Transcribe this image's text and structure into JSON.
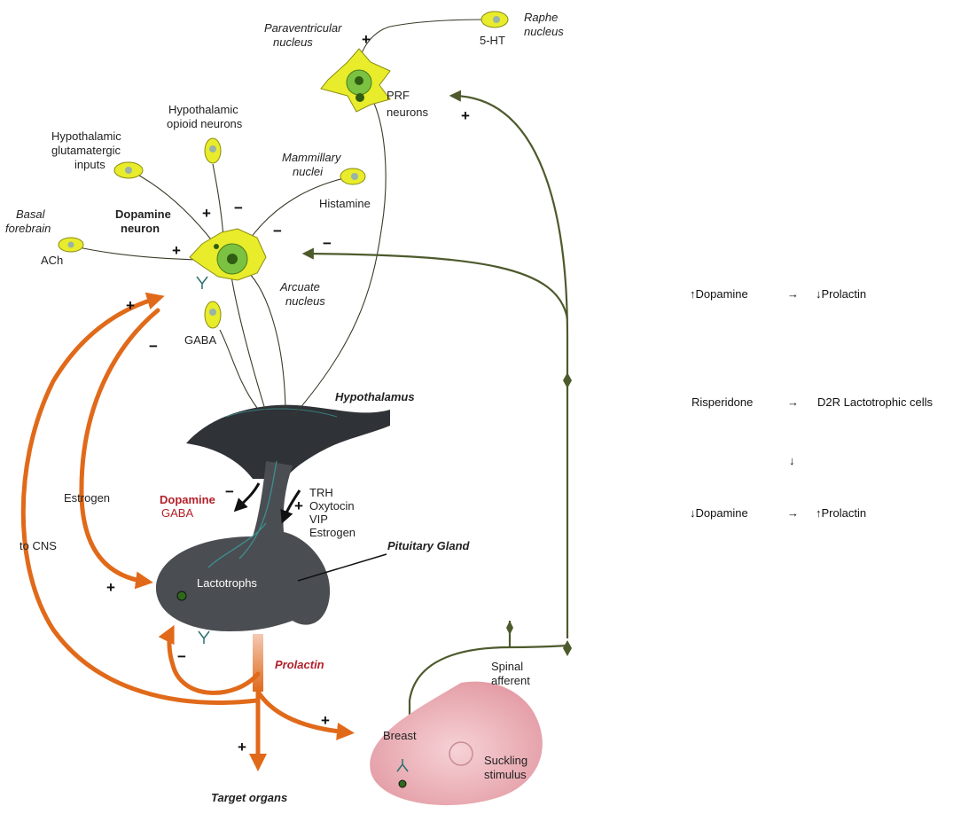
{
  "labels": {
    "paraventricular": [
      "Paraventricular",
      "nucleus"
    ],
    "raphe": [
      "Raphe",
      "nucleus"
    ],
    "five_ht": "5-HT",
    "prf": [
      "PRF",
      "neurons"
    ],
    "opioid": [
      "Hypothalamic",
      "opioid neurons"
    ],
    "glutamatergic": [
      "Hypothalamic",
      "glutamatergic",
      "inputs"
    ],
    "mammillary": [
      "Mammillary",
      "nuclei"
    ],
    "histamine": "Histamine",
    "basal": [
      "Basal",
      "forebrain"
    ],
    "ach": "ACh",
    "dopamine_neuron": [
      "Dopamine",
      "neuron"
    ],
    "arcuate": [
      "Arcuate",
      "nucleus"
    ],
    "gaba": "GABA",
    "hypothalamus": "Hypothalamus",
    "estrogen": "Estrogen",
    "to_cns": "to CNS",
    "dopamine_red": "Dopamine",
    "gaba_red": "GABA",
    "trh_list": [
      "TRH",
      "Oxytocin",
      "VIP",
      "Estrogen"
    ],
    "pituitary": "Pituitary Gland",
    "lactotrophs": "Lactotrophs",
    "prolactin": "Prolactin",
    "spinal": [
      "Spinal",
      "afferent"
    ],
    "breast": "Breast",
    "suckling": [
      "Suckling",
      "stimulus"
    ],
    "target": "Target organs",
    "plus": "+",
    "minus": "−"
  },
  "side_notes": {
    "row1": {
      "left": "↑Dopamine",
      "arrow": "→",
      "right": "↓Prolactin"
    },
    "row2": {
      "left": "Risperidone",
      "arrow": "→",
      "right": "D2R Lactotrophic cells"
    },
    "row3": {
      "arrow": "↓"
    },
    "row4": {
      "left": "↓Dopamine",
      "arrow": "→",
      "right": "↑Prolactin"
    }
  },
  "colors": {
    "neuron_fill": "#e8ec2a",
    "nucleus_fill": "#7cc242",
    "pituitary_fill": "#4a4d52",
    "arrow_orange": "#e06a1a",
    "pathway_olive": "#4d5a2c",
    "red_text": "#b3202a",
    "breast_pink": "#e8a3ab"
  }
}
